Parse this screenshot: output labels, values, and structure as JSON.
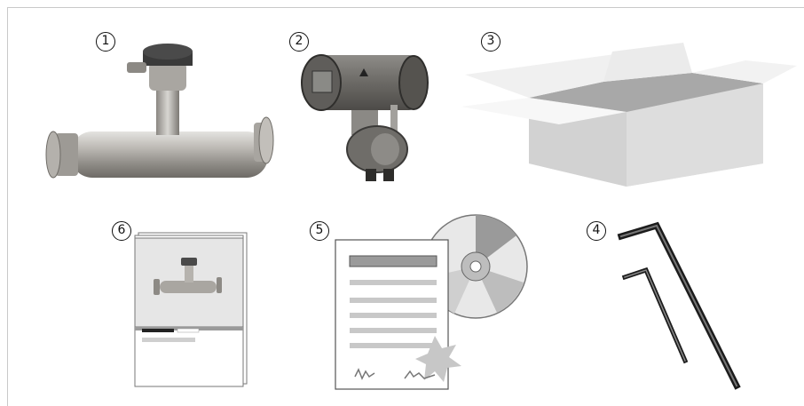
{
  "items": [
    {
      "number": "1",
      "icon": "flowmeter-sensor-icon"
    },
    {
      "number": "2",
      "icon": "transmitter-housing-icon"
    },
    {
      "number": "3",
      "icon": "packaging-box-icon"
    },
    {
      "number": "4",
      "icon": "allen-keys-icon"
    },
    {
      "number": "5",
      "icon": "certificate-and-cd-icon"
    },
    {
      "number": "6",
      "icon": "quick-start-manual-icon"
    }
  ],
  "colors": {
    "frame": "#c9c9c9",
    "metal": "#b8b6b2",
    "box": "#d9d9d9",
    "dark": "#222222"
  }
}
